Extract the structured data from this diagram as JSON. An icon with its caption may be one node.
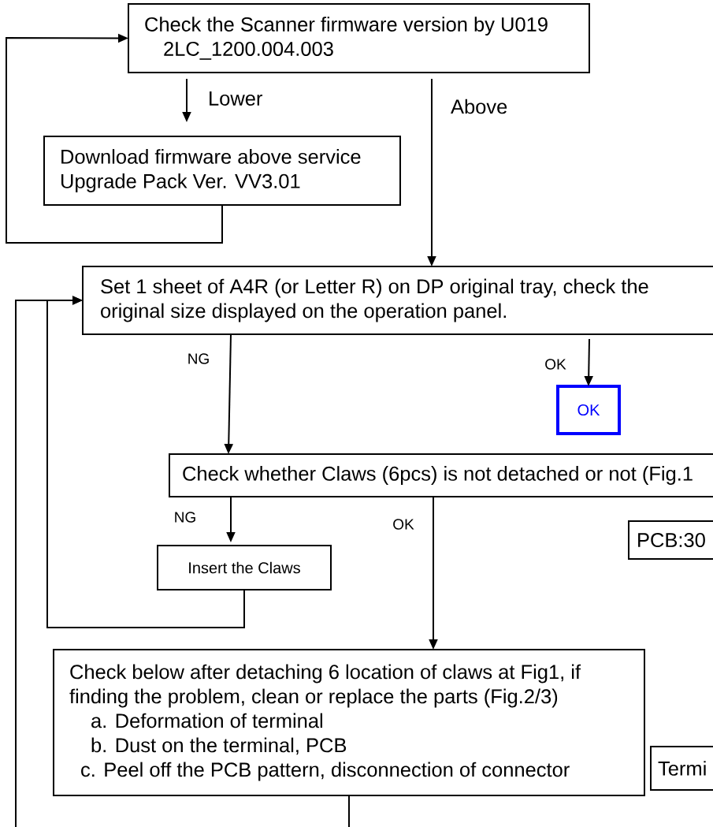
{
  "diagram": {
    "nodes": [
      {
        "text": [
          "Check the Scanner firmware version by U019",
          "2LC_1200.004.003"
        ]
      },
      {
        "text": [
          "Download firmware above service Upgrade Pack Ver. VV3.01"
        ]
      },
      {
        "text": [
          "Set 1 sheet of A4R (or Letter R) on DP original tray, check the original size displayed on the operation panel."
        ]
      },
      {
        "text": [
          "OK"
        ]
      },
      {
        "text": [
          "Check whether Claws (6pcs) is not detached or not (Fig.1"
        ]
      },
      {
        "text": [
          "PCB:30"
        ]
      },
      {
        "text": [
          "Insert the Claws"
        ]
      },
      {
        "text": [
          "Check below after detaching 6 location of claws at Fig1, if finding the problem, clean or replace the parts (Fig.2/3)",
          "a. Deformation of terminal",
          "b. Dust on the terminal, PCB",
          "c. Peel off the PCB pattern, disconnection of connector"
        ]
      },
      {
        "text": [
          "Termi"
        ]
      }
    ],
    "edges": [
      {
        "from": 0,
        "to": 1,
        "arrow": "to",
        "label": "Lower"
      },
      {
        "from": 1,
        "to": 0,
        "arrow": "to"
      },
      {
        "from": 0,
        "to": 2,
        "arrow": "to",
        "label": "Above"
      },
      {
        "from": 2,
        "to": 4,
        "arrow": "to",
        "label": "NG"
      },
      {
        "from": 2,
        "to": 3,
        "arrow": "to",
        "label": "OK"
      },
      {
        "from": 4,
        "to": 6,
        "arrow": "to",
        "label": "NG"
      },
      {
        "from": 6,
        "to": 2,
        "arrow": "to"
      },
      {
        "from": 4,
        "to": 7,
        "arrow": "to",
        "label": "OK"
      },
      {
        "from": 7,
        "to": null,
        "arrow": "none"
      },
      {
        "from": null,
        "to": 2,
        "arrow": "to"
      }
    ]
  }
}
